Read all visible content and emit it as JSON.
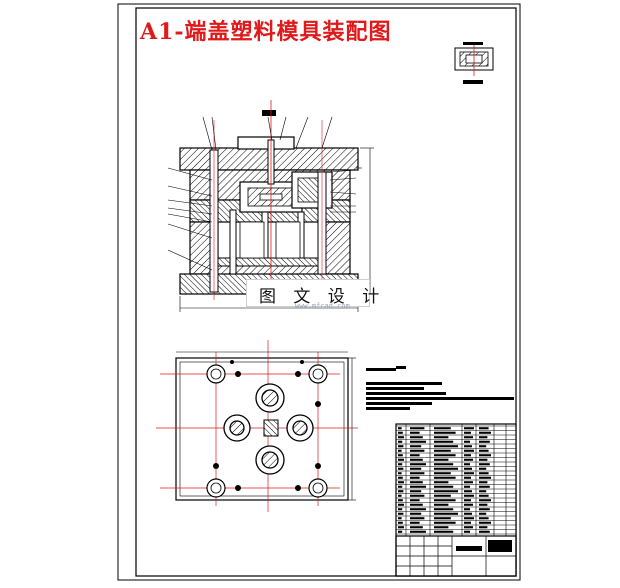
{
  "drawing": {
    "title": "A1-端盖塑料模具装配图",
    "colors": {
      "title": "#e0191b",
      "line": "#000000",
      "centerline": "#e0191b",
      "background": "#ffffff"
    }
  },
  "watermark": {
    "text": "图 文 设 计",
    "url": "www.mfcad.com"
  }
}
